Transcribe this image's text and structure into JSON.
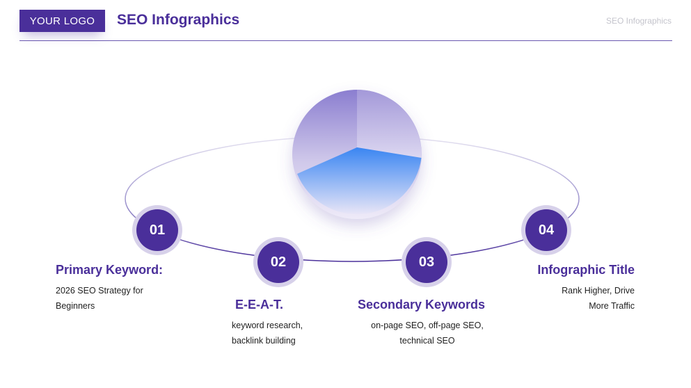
{
  "header": {
    "logo": "YOUR LOGO",
    "title": "SEO Infographics",
    "right_label": "SEO Infographics"
  },
  "steps": [
    {
      "number": "01",
      "title": "Primary Keyword:",
      "desc_lines": [
        "2026 SEO Strategy for",
        "Beginners"
      ]
    },
    {
      "number": "02",
      "title": "E-E-A-T.",
      "desc_lines": [
        "keyword research,",
        "backlink building"
      ]
    },
    {
      "number": "03",
      "title": "Secondary Keywords",
      "desc_lines": [
        "on-page SEO, off-page SEO,",
        "technical SEO"
      ]
    },
    {
      "number": "04",
      "title": "Infographic Title",
      "desc_lines": [
        "Rank Higher, Drive",
        "More Traffic"
      ]
    }
  ],
  "colors": {
    "primary": "#4a2f9a",
    "ring": "#d7d1ea",
    "accent_blue": "#3f86f0"
  }
}
